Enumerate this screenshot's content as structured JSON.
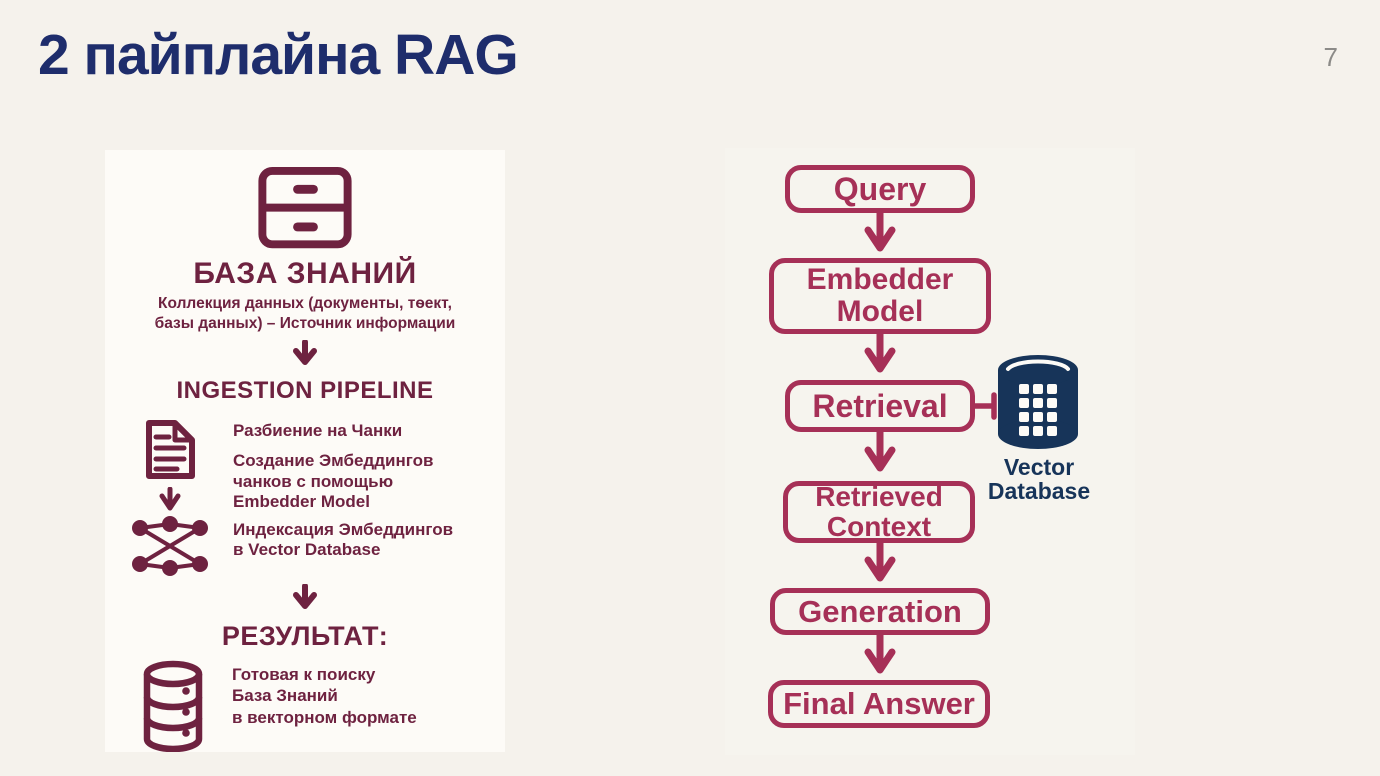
{
  "slide": {
    "title": "2 пайплайна RAG",
    "page_number": "7"
  },
  "colors": {
    "slide_background": "#f5f2ec",
    "left_panel_background": "#fdfbf7",
    "right_panel_background": "#f6f4ee",
    "title_navy": "#1e2d6c",
    "left_maroon": "#6e2240",
    "flow_crimson": "#a63057",
    "vector_db_navy": "#173459",
    "page_number_gray": "#8c8b88"
  },
  "left_pipeline": {
    "knowledge_base": {
      "icon": "drawer-icon",
      "title": "БАЗА ЗНАНИЙ",
      "desc_line1": "Коллекция данных (документы, тѳект,",
      "desc_line2": "базы данных) – Источник информации"
    },
    "ingestion": {
      "title": "INGESTION PIPELINE",
      "document_icon": "document-icon",
      "chunking": "Разбиение на Чанки",
      "embedding_line1": "Создание Эмбеддингов",
      "embedding_line2": "чанков с помощью",
      "embedding_line3": "Embedder Model",
      "network_icon": "network-graph-icon",
      "indexing_line1": "Индексация Эмбеддингов",
      "indexing_line2": "в Vector Database"
    },
    "result": {
      "title": "РЕЗУЛЬТАТ:",
      "database_icon": "database-icon",
      "line1": "Готовая к поиску",
      "line2": "База Знаний",
      "line3": "в векторном формате"
    }
  },
  "right_pipeline": {
    "nodes": [
      "Query",
      "Embedder Model",
      "Retrieval",
      "Retrieved Context",
      "Generation",
      "Final Answer"
    ],
    "vector_database_label": {
      "line1": "Vector",
      "line2": "Database"
    },
    "vector_database_icon": "vector-database-icon"
  }
}
